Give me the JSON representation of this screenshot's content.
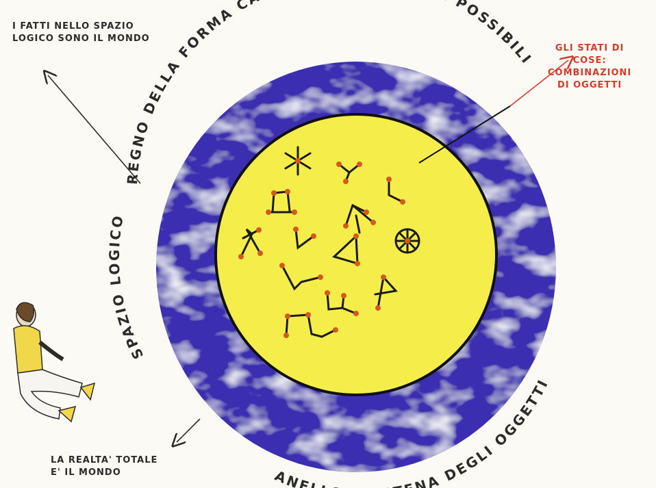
{
  "arc_labels": {
    "top": "REGNO DELLA FORMA  CAMPO DEGLI OGGETTI  POSSIBILI",
    "left": "SPAZIO LOGICO",
    "bottom": "ANELLO O CATENA DEGLI OGGETTI"
  },
  "note_top_left": [
    "I FATTI NELLO SPAZIO",
    "LOGICO SONO IL MONDO"
  ],
  "note_top_right": [
    "GLI STATI DI",
    "COSE:",
    "COMBINAZIONI",
    "DI OGGETTI"
  ],
  "note_bottom_left": [
    "LA REALTA' TOTALE",
    "E' IL MONDO"
  ],
  "colors": {
    "ring_blue": "#3b2fb0",
    "inner_yellow": "#f5ee4a",
    "note_red": "#d63a2a",
    "ink": "#2b2b2b",
    "dot": "#d25a1c"
  }
}
